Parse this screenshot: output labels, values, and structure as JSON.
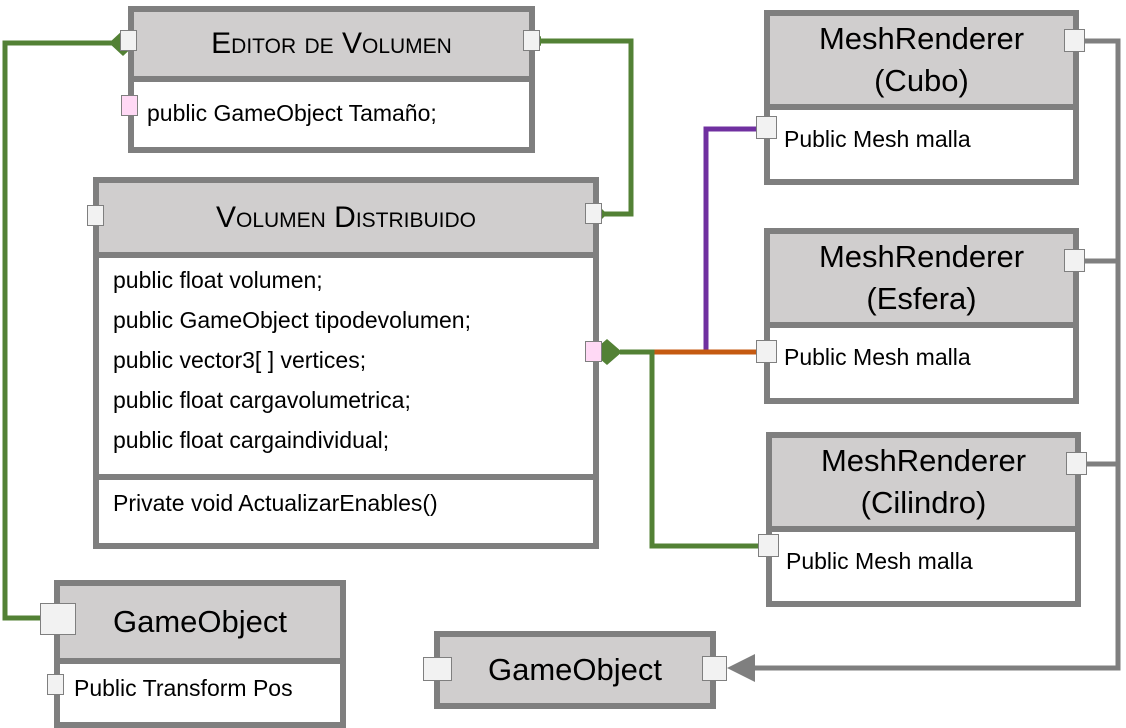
{
  "editor_volumen": {
    "title": "Editor de Volumen",
    "fields": [
      "public GameObject Tamaño;"
    ]
  },
  "volumen_distribuido": {
    "title": "Volumen Distribuido",
    "fields": [
      "public float volumen;",
      "public GameObject tipodevolumen;",
      "public vector3[ ] vertices;",
      "public float cargavolumetrica;",
      "public float cargaindividual;"
    ],
    "methods": [
      "Private void ActualizarEnables()"
    ]
  },
  "mesh_cubo": {
    "title_line1": "MeshRenderer",
    "title_line2": "(Cubo)",
    "field": "Public Mesh malla"
  },
  "mesh_esfera": {
    "title_line1": "MeshRenderer",
    "title_line2": "(Esfera)",
    "field": "Public Mesh malla"
  },
  "mesh_cilindro": {
    "title_line1": "MeshRenderer",
    "title_line2": "(Cilindro)",
    "field": "Public Mesh malla"
  },
  "gameobject_left": {
    "title": "GameObject",
    "field": "Public Transform Pos"
  },
  "gameobject_bottom": {
    "title": "GameObject"
  },
  "colors": {
    "box_border": "#7f7f7f",
    "header_fill": "#d0cece",
    "green": "#538135",
    "purple": "#7030a0",
    "orange": "#c55a11",
    "gray": "#7f7f7f",
    "port_fill": "#f2f2f2",
    "port_pink": "#ffd9f5"
  }
}
